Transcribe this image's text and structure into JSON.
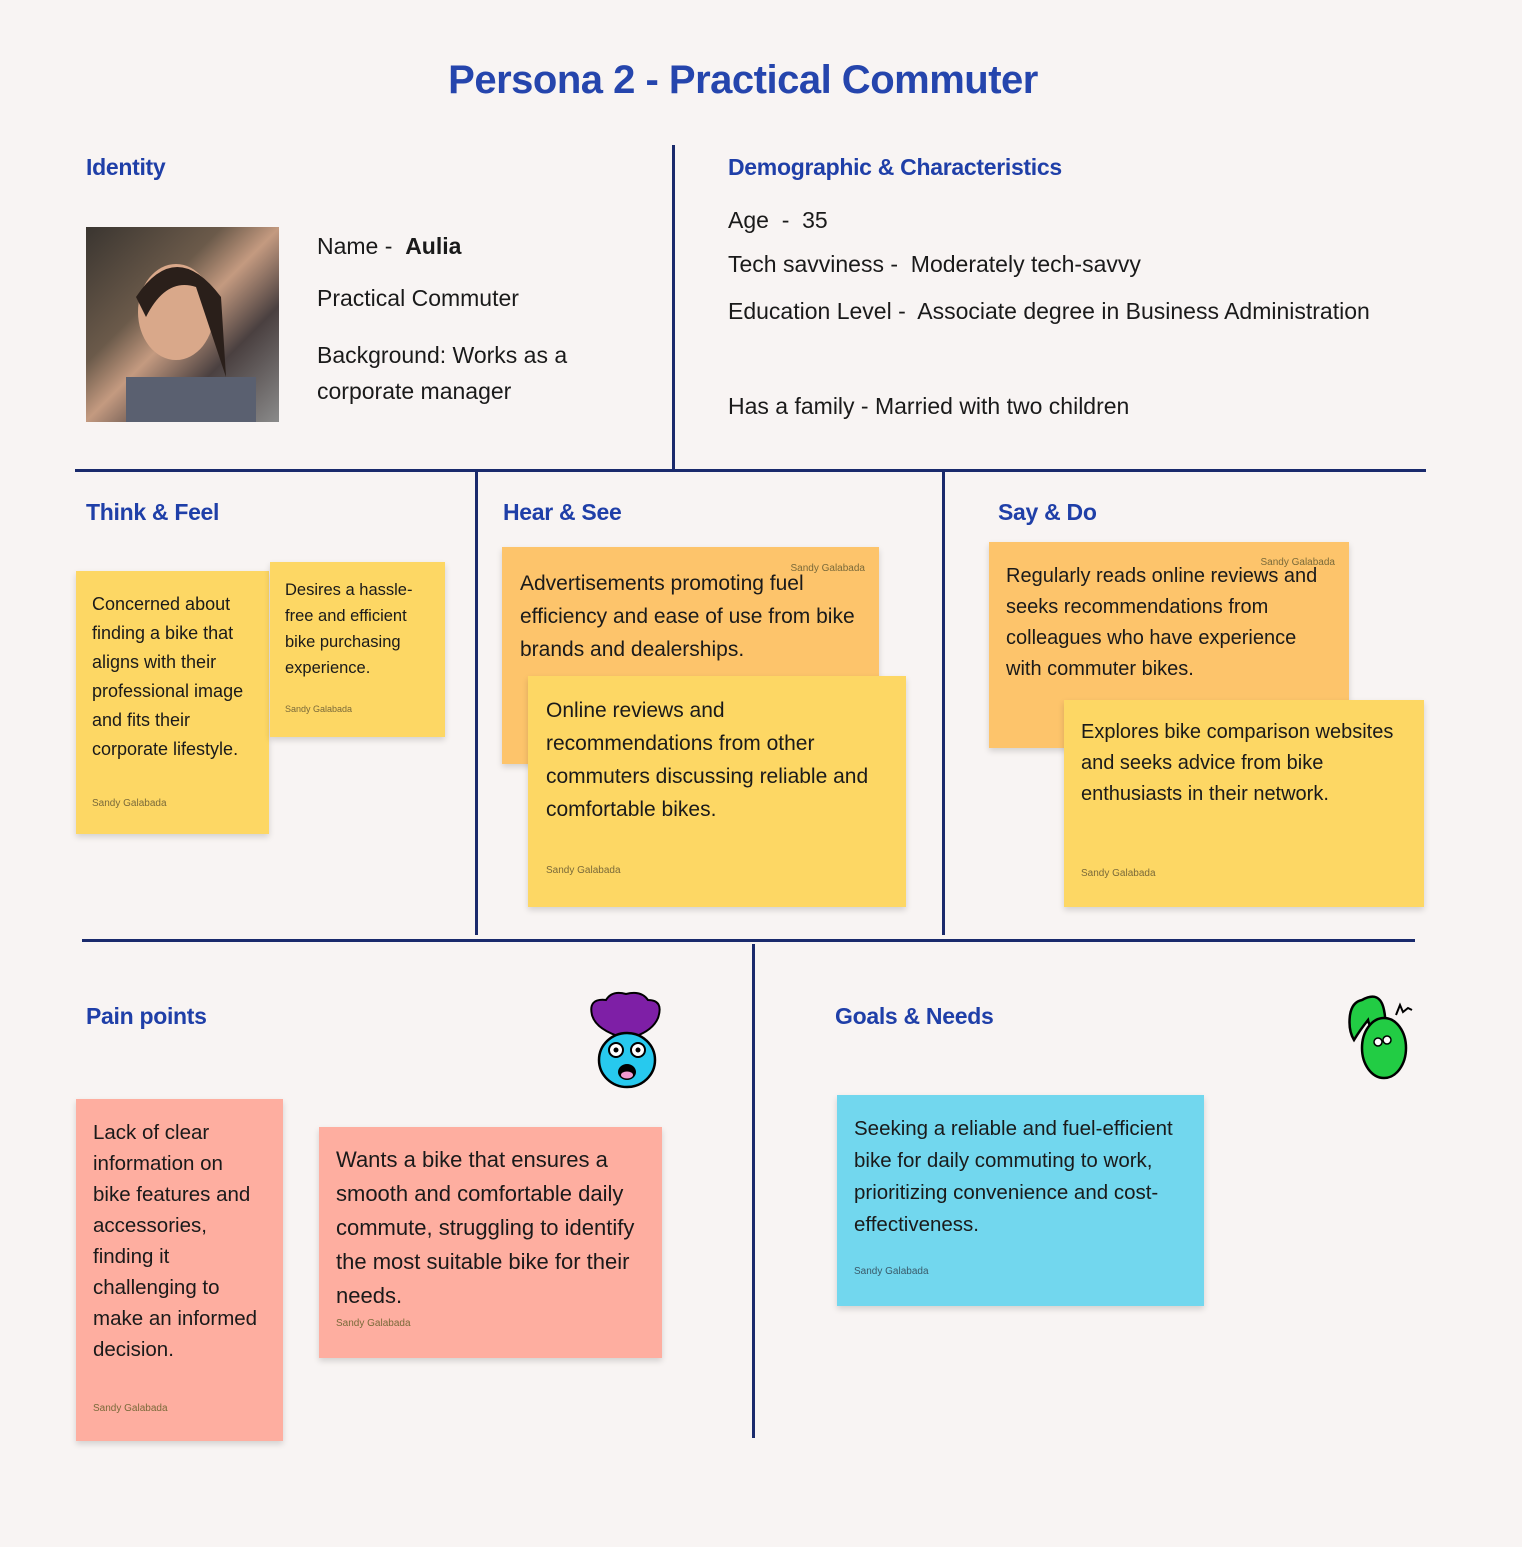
{
  "title": "Persona 2 - Practical Commuter",
  "identity": {
    "heading": "Identity",
    "name_label": "Name -",
    "name": "Aulia",
    "role": "Practical Commuter",
    "background": "Background: Works as a corporate manager"
  },
  "demographic": {
    "heading": "Demographic & Characteristics",
    "age": "Age  -  35",
    "tech": "Tech savviness -  Moderately tech-savvy",
    "education": "Education Level -  Associate degree in Business Administration",
    "family": "Has a family - Married with two children"
  },
  "think_feel": {
    "heading": "Think & Feel",
    "notes": [
      {
        "text": "Concerned about finding a bike that aligns with their professional image and fits their corporate lifestyle.",
        "author": "Sandy Galabada"
      },
      {
        "text": "Desires a hassle-free and efficient bike purchasing experience.",
        "author": "Sandy Galabada"
      }
    ]
  },
  "hear_see": {
    "heading": "Hear & See",
    "notes": [
      {
        "text": "Advertisements promoting fuel efficiency and ease of use from bike brands and dealerships.",
        "author": "Sandy Galabada"
      },
      {
        "text": "Online reviews and recommendations from other commuters discussing reliable and comfortable bikes.",
        "author": "Sandy Galabada"
      }
    ]
  },
  "say_do": {
    "heading": "Say & Do",
    "notes": [
      {
        "text": "Regularly reads online reviews and seeks recommendations from colleagues who have experience with commuter bikes.",
        "author": "Sandy Galabada"
      },
      {
        "text": "Explores bike comparison websites and seeks advice from bike enthusiasts in their network.",
        "author": "Sandy Galabada"
      }
    ]
  },
  "pain_points": {
    "heading": "Pain points",
    "notes": [
      {
        "text": "Lack of clear information on bike features and accessories, finding it challenging to make an informed decision.",
        "author": "Sandy Galabada"
      },
      {
        "text": "Wants a bike that ensures a smooth and comfortable daily commute, struggling to identify the most suitable bike for their needs.",
        "author": "Sandy Galabada"
      }
    ]
  },
  "goals_needs": {
    "heading": "Goals & Needs",
    "notes": [
      {
        "text": "Seeking a reliable and fuel-efficient bike for daily commuting to work, prioritizing convenience and cost-effectiveness.",
        "author": "Sandy Galabada"
      }
    ]
  },
  "colors": {
    "heading": "#1f3fa8",
    "yellow": "#fdd764",
    "orange": "#fdc46b",
    "pink": "#feaea0",
    "blue": "#72d7ee"
  }
}
